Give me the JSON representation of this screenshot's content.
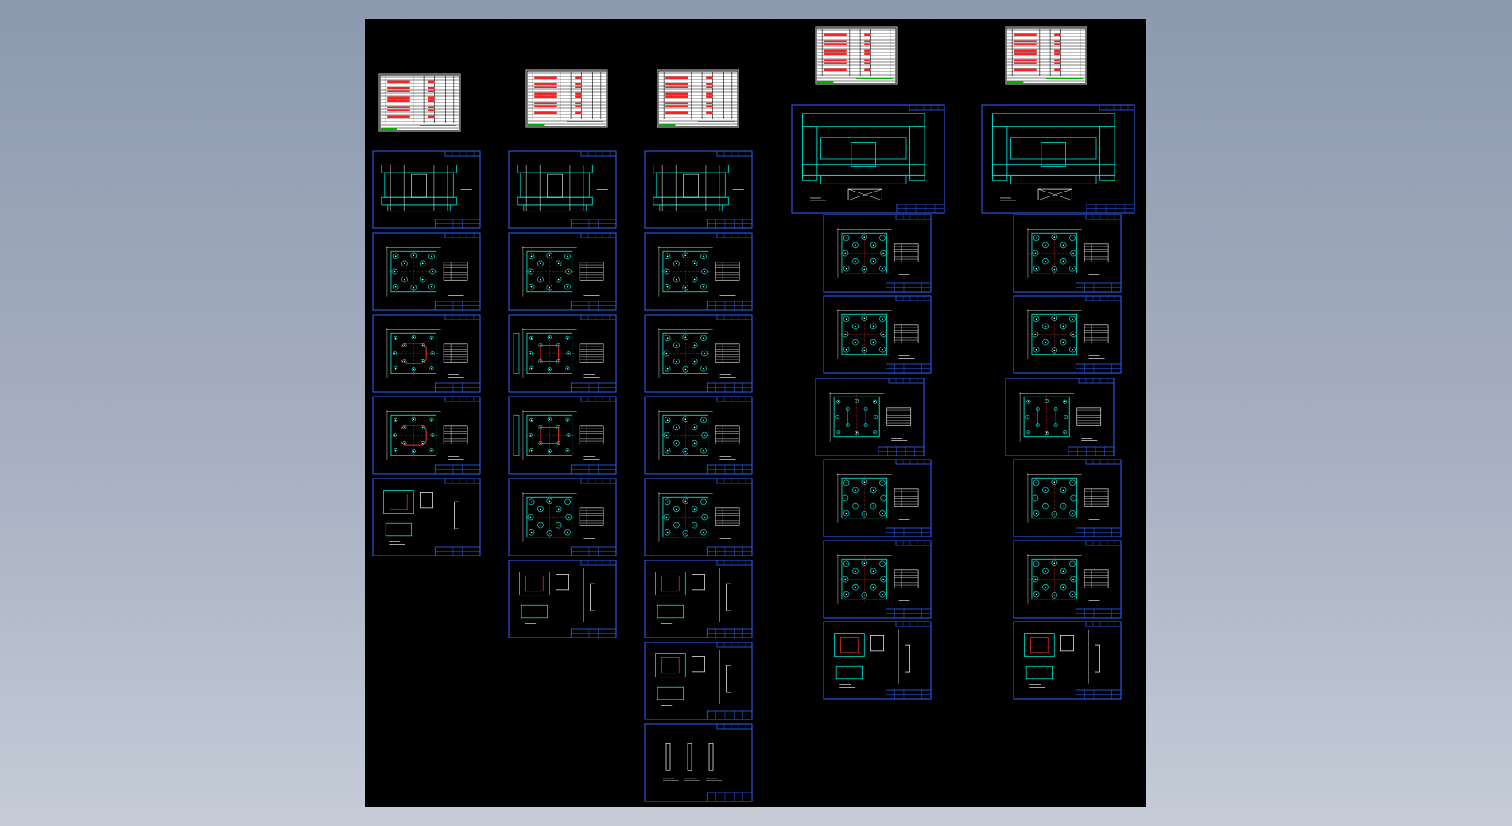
{
  "colors": {
    "background_top": "#8c99ae",
    "background_bottom": "#c5ccd8",
    "model_space": "#000000",
    "sheet_border": "#2f63ff",
    "title_block": "#2f63ff",
    "geometry_primary": "#00e0d0",
    "geometry_secondary": "#ffffff",
    "highlight": "#ff3030",
    "bom_paper": "#ffffff",
    "bom_grid": "#000000",
    "bom_highlight": "#ff2020",
    "bom_accent": "#00b000"
  },
  "sheet_types": {
    "bom": "bill-of-materials-table",
    "assembly": "die-assembly-view",
    "plate": "plate-detail-view",
    "plate_cavity": "plate-with-cavity-view",
    "plate_offset": "plate-with-side-view",
    "parts": "parts-detail-view",
    "small_parts": "small-parts-view"
  },
  "columns": [
    {
      "name": "column-1",
      "bom": 1,
      "sheets": [
        "assembly",
        "plate",
        "plate_cavity",
        "plate_cavity",
        "parts"
      ]
    },
    {
      "name": "column-2",
      "bom": 1,
      "sheets": [
        "assembly",
        "plate",
        "plate_offset",
        "plate_offset",
        "plate",
        "parts"
      ]
    },
    {
      "name": "column-3",
      "bom": 1,
      "sheets": [
        "assembly",
        "plate",
        "plate",
        "plate",
        "plate",
        "parts",
        "parts",
        "small_parts"
      ]
    },
    {
      "name": "column-4",
      "bom": 1,
      "sheets": [
        "assembly_large",
        "plate",
        "plate",
        "plate_wide",
        "plate",
        "plate",
        "parts"
      ]
    },
    {
      "name": "column-5",
      "bom": 1,
      "sheets": [
        "assembly_large",
        "plate",
        "plate",
        "plate_wide",
        "plate",
        "plate",
        "parts"
      ]
    }
  ]
}
